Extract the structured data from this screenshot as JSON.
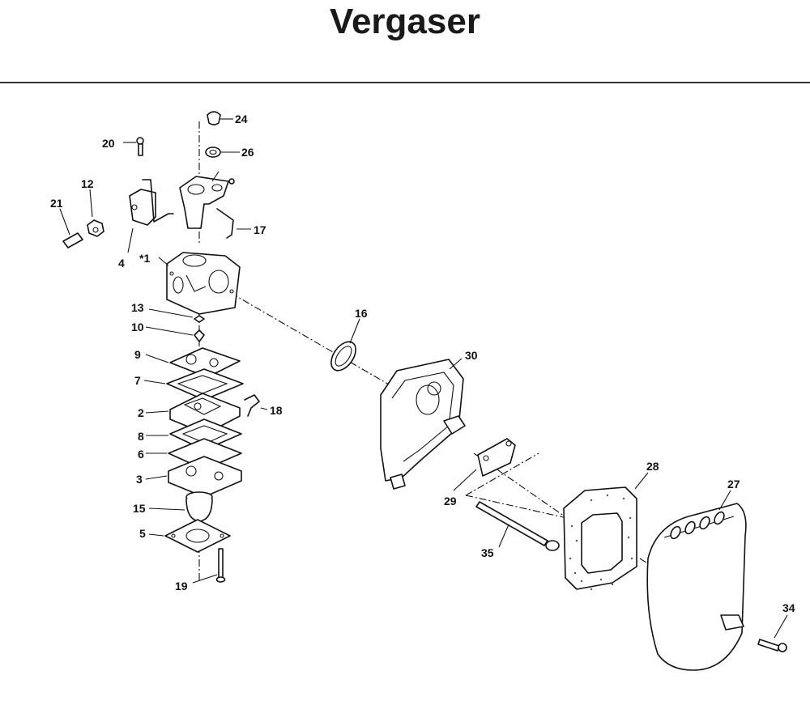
{
  "title": "Vergaser",
  "parts": [
    {
      "id": "p1",
      "label": "*1"
    },
    {
      "id": "p2",
      "label": "2"
    },
    {
      "id": "p3",
      "label": "3"
    },
    {
      "id": "p4",
      "label": "4"
    },
    {
      "id": "p5",
      "label": "5"
    },
    {
      "id": "p6",
      "label": "6"
    },
    {
      "id": "p7",
      "label": "7"
    },
    {
      "id": "p8",
      "label": "8"
    },
    {
      "id": "p9",
      "label": "9"
    },
    {
      "id": "p10",
      "label": "10"
    },
    {
      "id": "p12",
      "label": "12"
    },
    {
      "id": "p13",
      "label": "13"
    },
    {
      "id": "p15",
      "label": "15"
    },
    {
      "id": "p16",
      "label": "16"
    },
    {
      "id": "p17",
      "label": "17"
    },
    {
      "id": "p18",
      "label": "18"
    },
    {
      "id": "p19",
      "label": "19"
    },
    {
      "id": "p20",
      "label": "20"
    },
    {
      "id": "p21",
      "label": "21"
    },
    {
      "id": "p24",
      "label": "24"
    },
    {
      "id": "p26",
      "label": "26"
    },
    {
      "id": "p27",
      "label": "27"
    },
    {
      "id": "p28",
      "label": "28"
    },
    {
      "id": "p29",
      "label": "29"
    },
    {
      "id": "p30",
      "label": "30"
    },
    {
      "id": "p34",
      "label": "34"
    },
    {
      "id": "p35",
      "label": "35"
    }
  ]
}
